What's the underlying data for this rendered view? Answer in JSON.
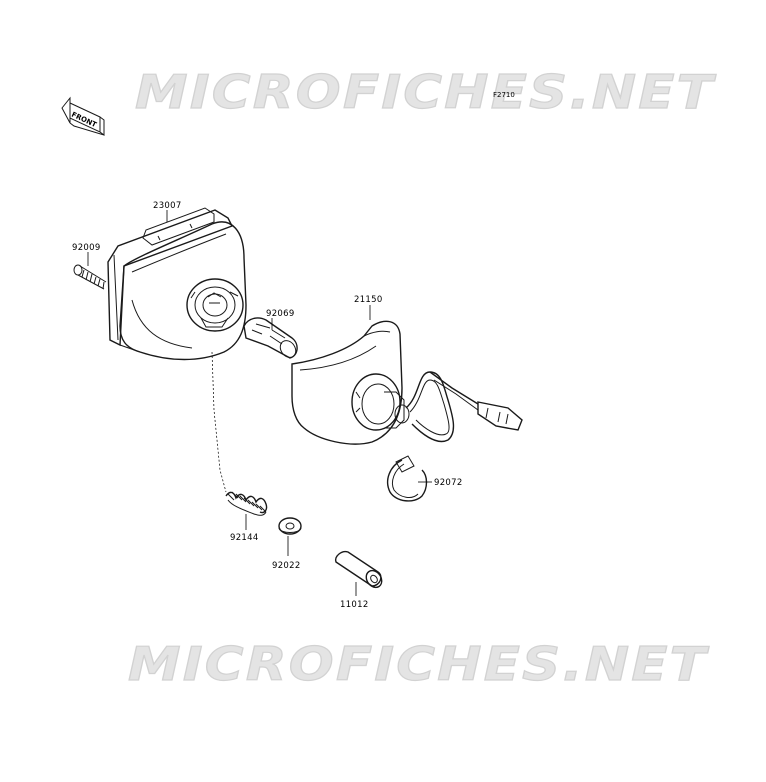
{
  "figure": {
    "code": "F2710"
  },
  "watermark": {
    "text_top": "MICROFICHES.NET",
    "text_bottom": "MICROFICHES.NET"
  },
  "front_indicator": {
    "label": "FRONT"
  },
  "parts": {
    "p23007": "23007",
    "p92009": "92009",
    "p92069": "92069",
    "p21150": "21150",
    "p92072": "92072",
    "p92144": "92144",
    "p92022": "92022",
    "p11012": "11012"
  }
}
